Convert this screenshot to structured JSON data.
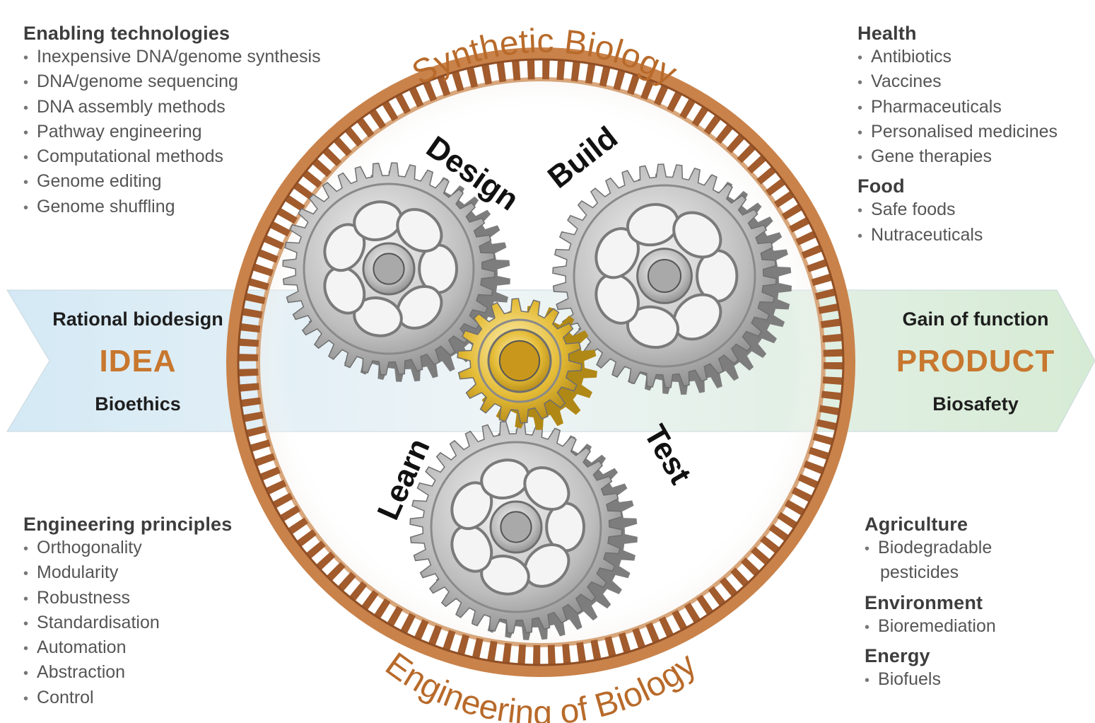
{
  "top_left": {
    "title": "Enabling technologies",
    "items": [
      "Inexpensive DNA/genome synthesis",
      "DNA/genome sequencing",
      "DNA assembly methods",
      "Pathway engineering",
      "Computational methods",
      "Genome editing",
      "Genome shuffling"
    ]
  },
  "bottom_left": {
    "title": "Engineering principles",
    "items": [
      "Orthogonality",
      "Modularity",
      "Robustness",
      "Standardisation",
      "Automation",
      "Abstraction",
      "Control"
    ]
  },
  "top_right": {
    "groups": [
      {
        "title": "Health",
        "items": [
          "Antibiotics",
          "Vaccines",
          "Pharmaceuticals",
          "Personalised medicines",
          "Gene therapies"
        ]
      },
      {
        "title": "Food",
        "items": [
          "Safe foods",
          "Nutraceuticals"
        ]
      }
    ]
  },
  "bottom_right": {
    "groups": [
      {
        "title": "Agriculture",
        "items": [
          "Biodegradable",
          "pesticides"
        ]
      },
      {
        "title": "Environment",
        "items": [
          "Bioremediation"
        ]
      },
      {
        "title": "Energy",
        "items": [
          "Biofuels"
        ]
      }
    ]
  },
  "band": {
    "left": {
      "top": "Rational biodesign",
      "main": "IDEA",
      "bottom": "Bioethics"
    },
    "right": {
      "top": "Gain of function",
      "main": "PRODUCT",
      "bottom": "Biosafety"
    }
  },
  "ring": {
    "top_text": "Synthetic Biology",
    "bottom_text": "Engineering of Biology"
  },
  "gears": {
    "design": "Design",
    "build": "Build",
    "test": "Test",
    "learn": "Learn"
  },
  "colors": {
    "ring": "#b36f3b",
    "ring_light": "#d9a57a",
    "accent_text": "#c8772e",
    "band_left": "#cfe6f3",
    "band_right": "#d8ecd6",
    "gold_gear": "#e0b52a",
    "silver_gear": "#b8b8b8"
  }
}
